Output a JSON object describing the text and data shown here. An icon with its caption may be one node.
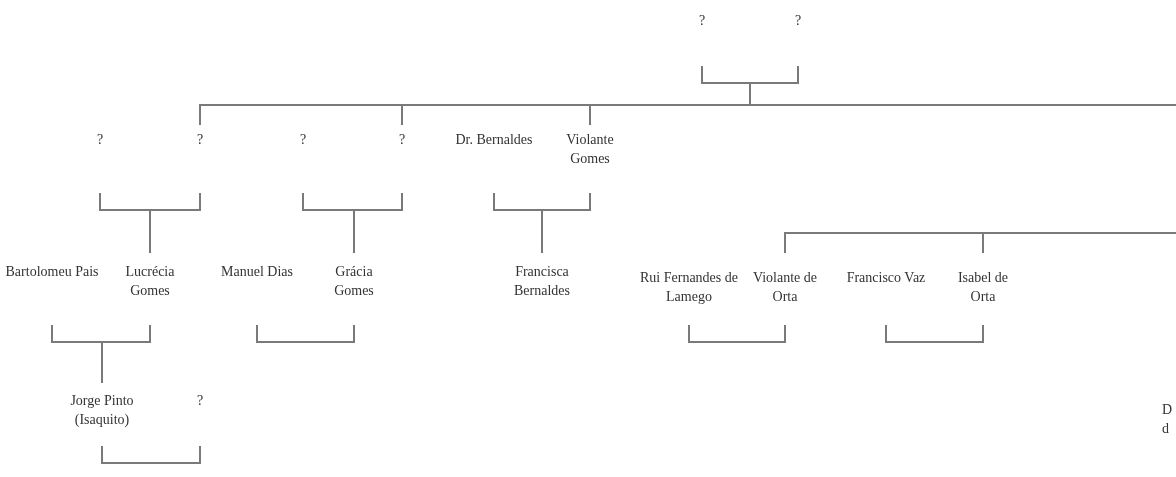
{
  "diagram": {
    "nodes": [
      {
        "text": [
          "?"
        ]
      },
      {
        "text": [
          "?"
        ]
      },
      {
        "text": [
          "?"
        ]
      },
      {
        "text": [
          "?"
        ]
      },
      {
        "text": [
          "?"
        ]
      },
      {
        "text": [
          "?"
        ]
      },
      {
        "text": [
          "Dr. Bernaldes"
        ]
      },
      {
        "text": [
          "Violante Gomes"
        ]
      },
      {
        "text": [
          "Bartolomeu Pais"
        ]
      },
      {
        "text": [
          "Lucrécia Gomes"
        ]
      },
      {
        "text": [
          "Manuel Dias"
        ]
      },
      {
        "text": [
          "Grácia Gomes"
        ]
      },
      {
        "text": [
          "Francisca Bernaldes"
        ]
      },
      {
        "text": [
          "Rui Fernandes de Lamego"
        ]
      },
      {
        "text": [
          "Violante de Orta"
        ]
      },
      {
        "text": [
          "Francisco Vaz"
        ]
      },
      {
        "text": [
          "Isabel de Orta"
        ]
      },
      {
        "text": [
          "Jorge Pinto (Isaquito)"
        ]
      },
      {
        "text": [
          "?"
        ]
      },
      {
        "text": [
          "D d"
        ]
      }
    ],
    "edges": [
      {
        "from": 0,
        "to": 3,
        "arrow": "none"
      },
      {
        "from": 1,
        "to": 3,
        "arrow": "none"
      },
      {
        "from": 0,
        "to": 5,
        "arrow": "none"
      },
      {
        "from": 1,
        "to": 5,
        "arrow": "none"
      },
      {
        "from": 0,
        "to": 7,
        "arrow": "none"
      },
      {
        "from": 1,
        "to": 7,
        "arrow": "none"
      },
      {
        "from": 0,
        "to": null,
        "arrow": "none"
      },
      {
        "from": 1,
        "to": null,
        "arrow": "none"
      },
      {
        "from": 2,
        "to": 9,
        "arrow": "none"
      },
      {
        "from": 3,
        "to": 9,
        "arrow": "none"
      },
      {
        "from": 4,
        "to": 11,
        "arrow": "none"
      },
      {
        "from": 5,
        "to": 11,
        "arrow": "none"
      },
      {
        "from": 6,
        "to": 12,
        "arrow": "none"
      },
      {
        "from": 7,
        "to": 12,
        "arrow": "none"
      },
      {
        "from": 8,
        "to": 17,
        "arrow": "none"
      },
      {
        "from": 9,
        "to": 17,
        "arrow": "none"
      },
      {
        "from": 10,
        "to": 11,
        "arrow": "none"
      },
      {
        "from": 13,
        "to": 14,
        "arrow": "none"
      },
      {
        "from": 15,
        "to": 16,
        "arrow": "none"
      },
      {
        "from": 17,
        "to": 18,
        "arrow": "none"
      },
      {
        "from": null,
        "to": 14,
        "arrow": "none"
      },
      {
        "from": null,
        "to": 16,
        "arrow": "none"
      }
    ]
  }
}
